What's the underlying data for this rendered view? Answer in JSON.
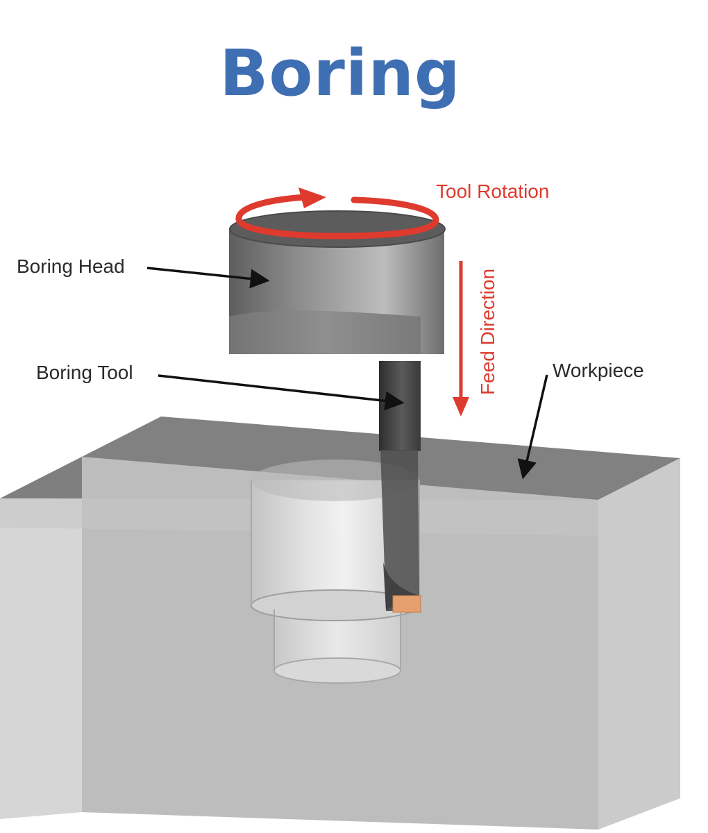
{
  "title": "Boring",
  "labels": {
    "boring_head": "Boring Head",
    "boring_tool": "Boring Tool",
    "workpiece": "Workpiece",
    "tool_rotation": "Tool Rotation",
    "feed_direction": "Feed Direction"
  },
  "colors": {
    "title": "#3f6fb3",
    "motion": "#de3a2e",
    "leader_text": "#2a2a2a",
    "cutting_insert": "#e6a070",
    "workpiece_face": "#bdbdbd",
    "workpiece_top": "#7a7a7a"
  }
}
